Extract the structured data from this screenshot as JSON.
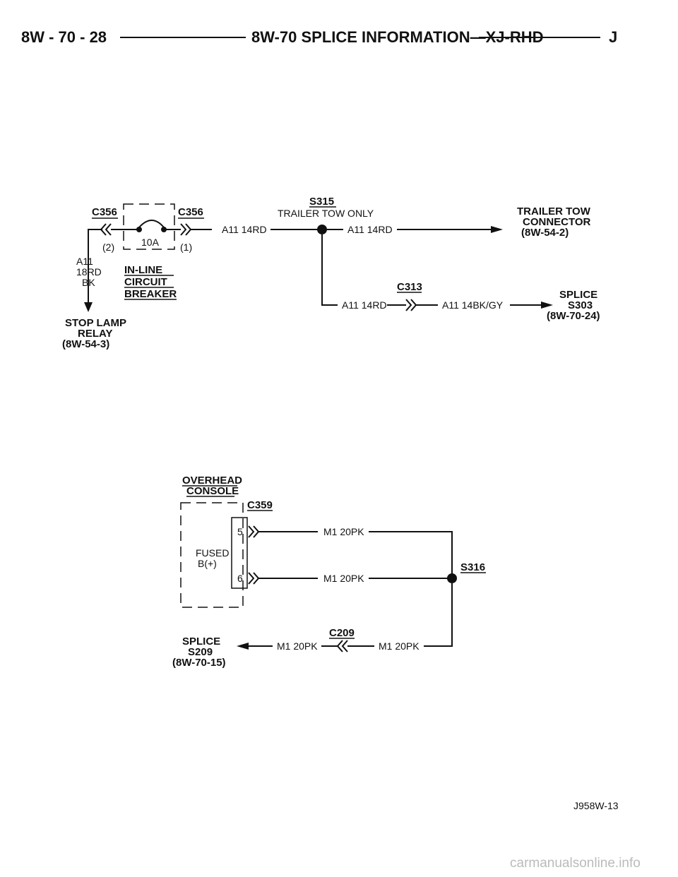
{
  "header": {
    "page_ref": "8W - 70 - 28",
    "title": "8W-70 SPLICE INFORMATION—XJ-RHD",
    "section": "J"
  },
  "upper_diagram": {
    "c356_left": "C356",
    "c356_right": "C356",
    "pin_2": "(2)",
    "pin_1": "(1)",
    "breaker_rating": "10A",
    "breaker_label_1": "IN-LINE",
    "breaker_label_2": "CIRCUIT",
    "breaker_label_3": "BREAKER",
    "wire_left_1": "A11",
    "wire_left_2": "18RD",
    "wire_left_3": "BK",
    "stop_lamp_1": "STOP LAMP",
    "stop_lamp_2": "RELAY",
    "stop_lamp_3": "(8W-54-3)",
    "wire_a11_14rd_1": "A11 14RD",
    "splice_s315": "S315",
    "trailer_tow_only": "TRAILER TOW ONLY",
    "wire_a11_14rd_2": "A11 14RD",
    "trailer_1": "TRAILER TOW",
    "trailer_2": "CONNECTOR",
    "trailer_3": "(8W-54-2)",
    "c313": "C313",
    "wire_a11_14rd_3": "A11 14RD",
    "wire_a11_14bkgy": "A11 14BK/GY",
    "splice_1": "SPLICE",
    "splice_2": "S303",
    "splice_3": "(8W-70-24)"
  },
  "lower_diagram": {
    "console_1": "OVERHEAD",
    "console_2": "CONSOLE",
    "c359": "C359",
    "pin_5": "5",
    "pin_6": "6",
    "fused_1": "FUSED",
    "fused_2": "B(+)",
    "wire_m1_1": "M1 20PK",
    "wire_m1_2": "M1 20PK",
    "s316": "S316",
    "c209": "C209",
    "wire_m1_3": "M1 20PK",
    "wire_m1_4": "M1 20PK",
    "splice_1": "SPLICE",
    "splice_2": "S209",
    "splice_3": "(8W-70-15)"
  },
  "figure_id": "J958W-13",
  "watermark": "carmanualsonline.info"
}
